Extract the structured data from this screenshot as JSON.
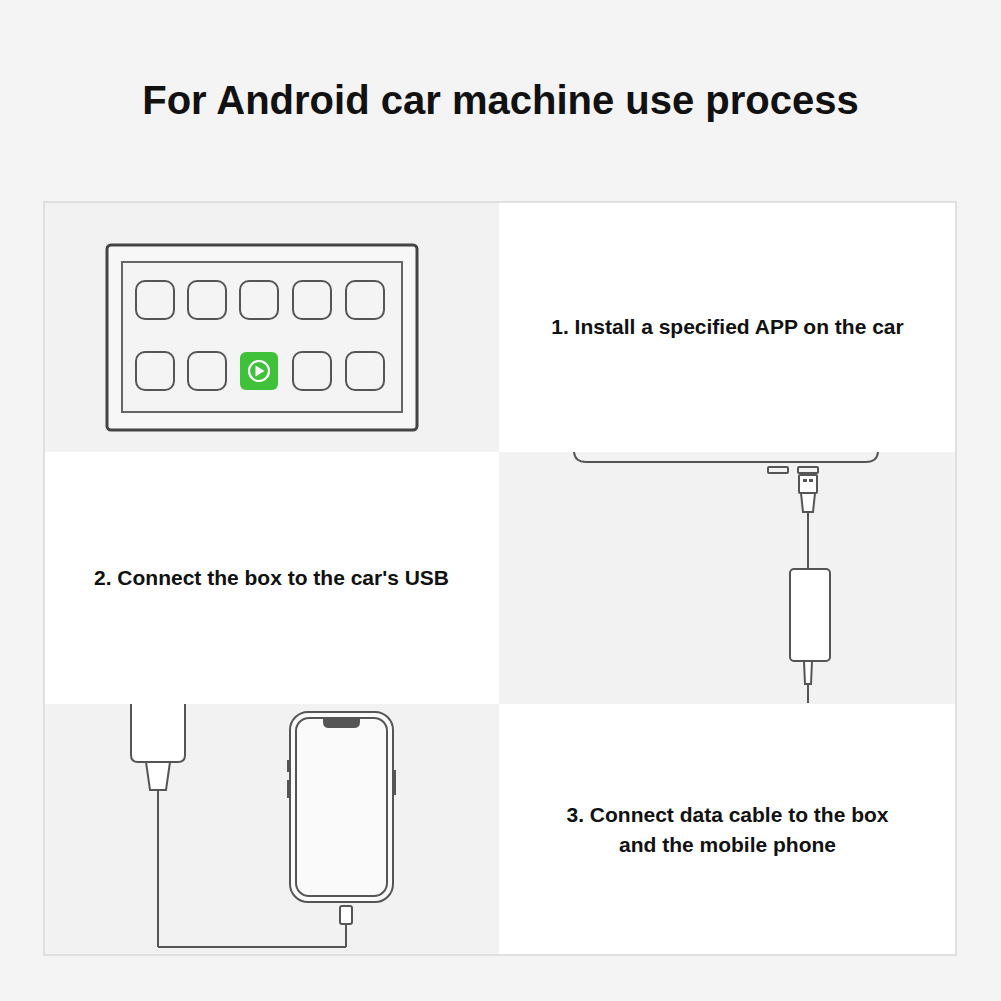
{
  "diagram": {
    "title": "For Android car machine use process",
    "labels": [
      "1. Install a specified APP on the car",
      "2. Connect the box to the car's USB",
      "3. Connect data cable to the box and the mobile phone"
    ]
  }
}
